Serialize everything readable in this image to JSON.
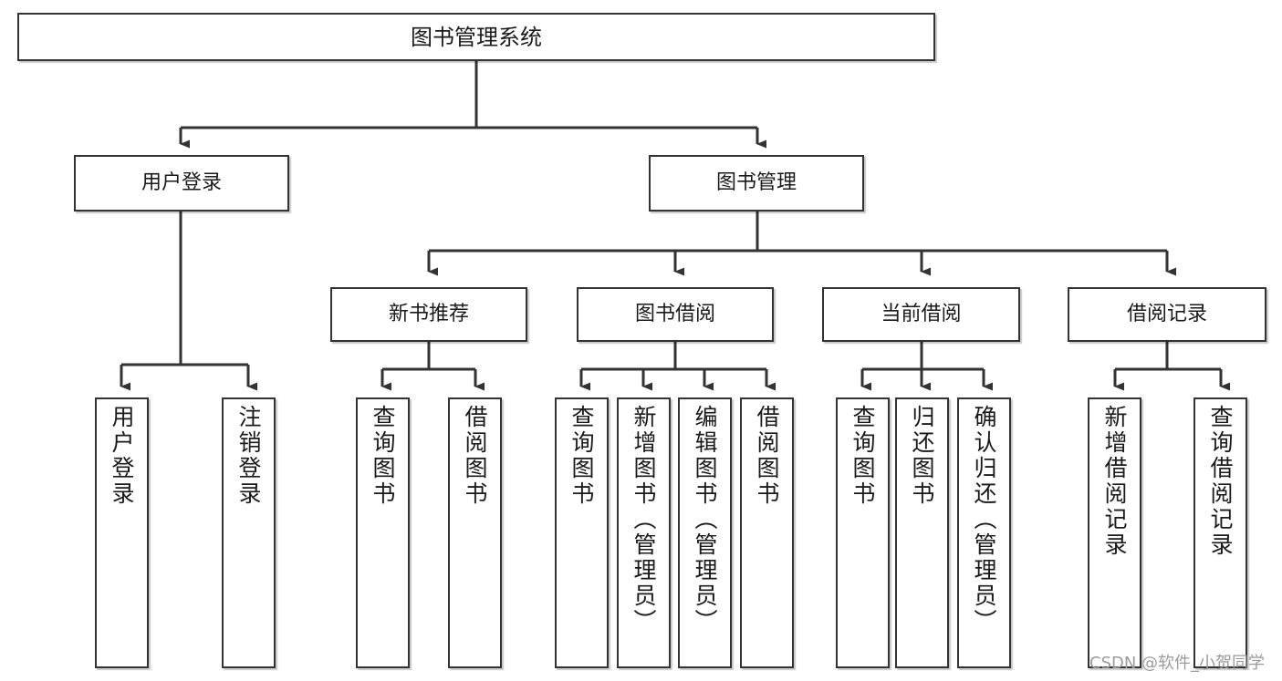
{
  "diagram": {
    "type": "tree-hierarchy",
    "title": "图书管理系统",
    "watermark": "CSDN @软件_小贺同学",
    "colors": {
      "stroke": "#333333",
      "box_fill": "#ffffff",
      "text": "#1a1a1a",
      "background": "#ffffff",
      "watermark": "#9b9b9b"
    },
    "nodes": {
      "root": {
        "label": "图书管理系统"
      },
      "level2": [
        {
          "label": "用户登录"
        },
        {
          "label": "图书管理"
        }
      ],
      "level3": [
        {
          "label": "新书推荐"
        },
        {
          "label": "图书借阅"
        },
        {
          "label": "当前借阅"
        },
        {
          "label": "借阅记录"
        }
      ],
      "leaves_user_login": [
        {
          "label": "用户登录"
        },
        {
          "label": "注销登录"
        }
      ],
      "leaves_new_book": [
        {
          "label": "查询图书"
        },
        {
          "label": "借阅图书"
        }
      ],
      "leaves_borrow": [
        {
          "label": "查询图书"
        },
        {
          "label": "新增图书（管理员）"
        },
        {
          "label": "编辑图书（管理员）"
        },
        {
          "label": "借阅图书"
        }
      ],
      "leaves_current": [
        {
          "label": "查询图书"
        },
        {
          "label": "归还图书"
        },
        {
          "label": "确认归还（管理员）"
        }
      ],
      "leaves_records": [
        {
          "label": "新增借阅记录"
        },
        {
          "label": "查询借阅记录"
        }
      ]
    }
  }
}
